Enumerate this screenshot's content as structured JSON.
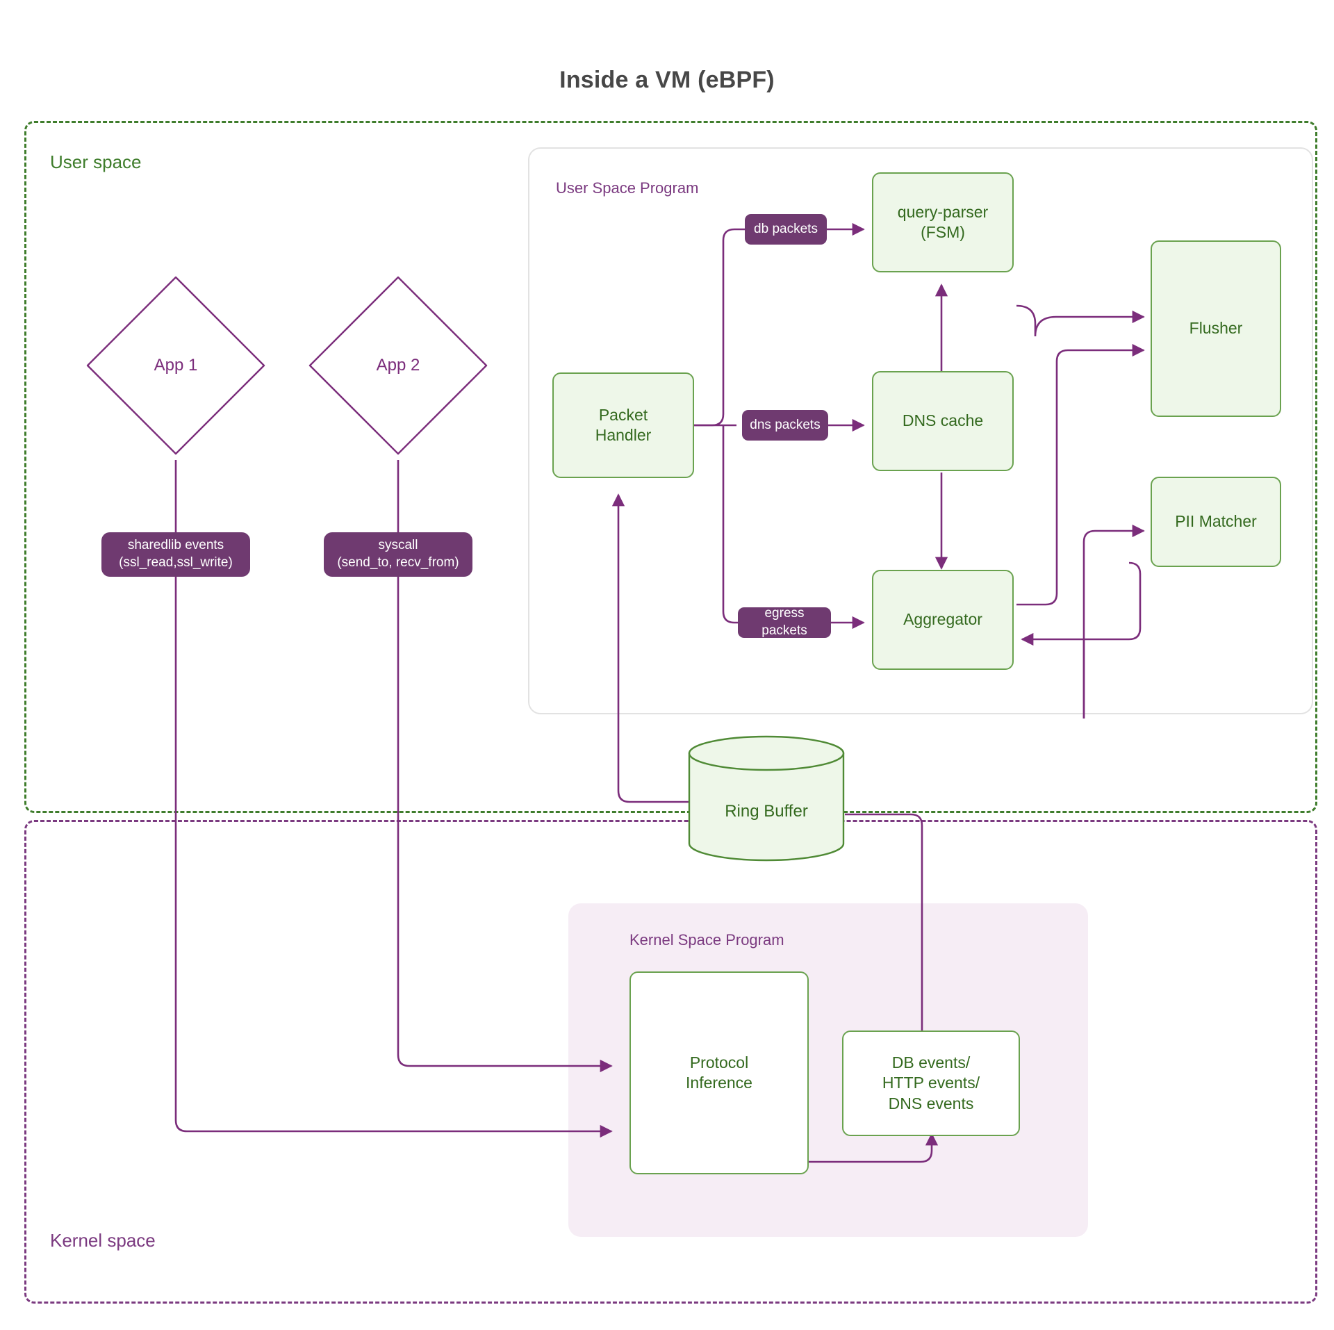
{
  "title": "Inside a VM (eBPF)",
  "zones": {
    "user": {
      "label": "User space",
      "border_color": "#3f7d2c"
    },
    "kernel": {
      "label": "Kernel space",
      "border_color": "#7b3a80"
    }
  },
  "panels": {
    "user_space_program": {
      "title": "User Space Program"
    },
    "kernel_space_program": {
      "title": "Kernel Space Program"
    }
  },
  "apps": [
    {
      "label": "App 1"
    },
    {
      "label": "App 2"
    }
  ],
  "event_pills": [
    {
      "line1": "sharedlib events",
      "line2": "(ssl_read,ssl_write)"
    },
    {
      "line1": "syscall",
      "line2": "(send_to, recv_from)"
    }
  ],
  "packet_pills": [
    {
      "label": "db packets"
    },
    {
      "label": "dns packets"
    },
    {
      "label": "egress packets"
    }
  ],
  "user_nodes": {
    "packet_handler": {
      "line1": "Packet",
      "line2": "Handler"
    },
    "query_parser": {
      "line1": "query-parser",
      "line2": "(FSM)"
    },
    "dns_cache": {
      "label": "DNS cache"
    },
    "aggregator": {
      "label": "Aggregator"
    },
    "flusher": {
      "label": "Flusher"
    },
    "pii_matcher": {
      "label": "PII Matcher"
    }
  },
  "ring_buffer": {
    "label": "Ring Buffer"
  },
  "kernel_nodes": {
    "protocol_inference": {
      "line1": "Protocol",
      "line2": "Inference"
    },
    "events_box": {
      "line1": "DB events/",
      "line2": "HTTP events/",
      "line3": "DNS events"
    }
  },
  "colors": {
    "green_stroke": "#6aa24f",
    "green_fill": "#eef7e9",
    "green_text": "#33691e",
    "purple_stroke": "#7b2d7b",
    "purple_fill": "#6f3a70",
    "panel_purple_fill": "#f6edf5",
    "title_text": "#474747"
  }
}
